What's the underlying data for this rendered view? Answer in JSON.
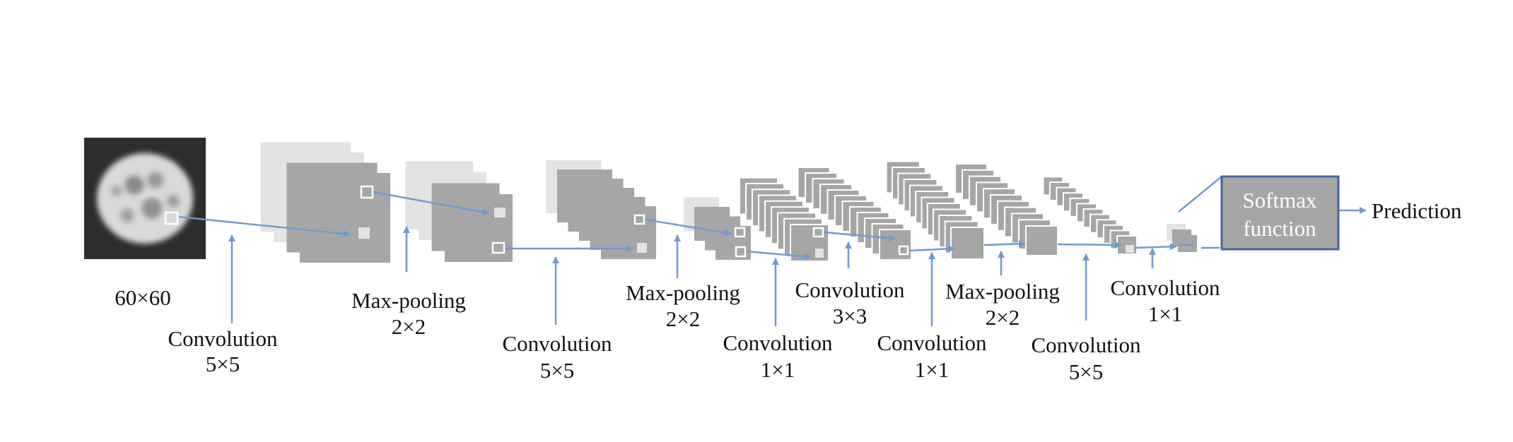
{
  "colors": {
    "layer_light": "#e3e3e3",
    "layer_dark": "#a6a6a6",
    "arrow": "#6f9bd1",
    "softmax_fill": "#a6a6a6",
    "softmax_border": "#44679a",
    "input_bg": "#2d2d2d"
  },
  "input": {
    "size_label": "60×60",
    "icon": "cell-image"
  },
  "labels": {
    "conv1": [
      "Convolution",
      "5×5"
    ],
    "pool1": [
      "Max-pooling",
      "2×2"
    ],
    "conv2": [
      "Convolution",
      "5×5"
    ],
    "pool2": [
      "Max-pooling",
      "2×2"
    ],
    "conv3": [
      "Convolution",
      "1×1"
    ],
    "conv4": [
      "Convolution",
      "3×3"
    ],
    "conv5": [
      "Convolution",
      "1×1"
    ],
    "pool3": [
      "Max-pooling",
      "2×2"
    ],
    "conv6": [
      "Convolution",
      "5×5"
    ],
    "conv7": [
      "Convolution",
      "1×1"
    ]
  },
  "softmax": {
    "line1": "Softmax",
    "line2": "function"
  },
  "output": {
    "label": "Prediction"
  }
}
